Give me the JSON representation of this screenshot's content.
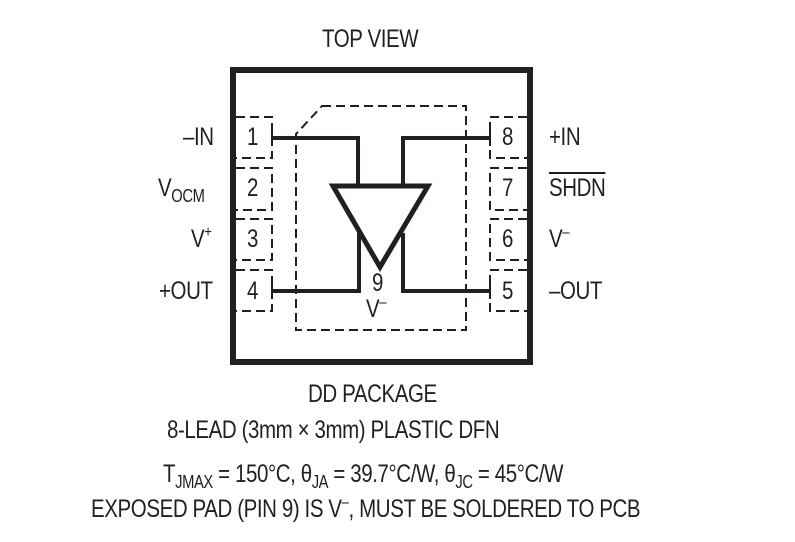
{
  "title": "TOP VIEW",
  "package": {
    "name": "DD PACKAGE",
    "description": "8-LEAD (3mm × 3mm) PLASTIC DFN"
  },
  "thermal": {
    "tjmax_label": "T",
    "tjmax_sub": "JMAX",
    "tjmax_value": " = 150°C, θ",
    "theta_ja_sub": "JA",
    "theta_ja_value": " = 39.7°C/W, θ",
    "theta_jc_sub": "JC",
    "theta_jc_value": " = 45°C/W"
  },
  "note": {
    "prefix": "EXPOSED PAD (PIN 9) IS V",
    "sup": "–",
    "suffix": ", MUST BE SOLDERED TO PCB"
  },
  "pins_left": [
    {
      "number": "1",
      "label": "–IN"
    },
    {
      "number": "2",
      "label": "V",
      "sub": "OCM"
    },
    {
      "number": "3",
      "label": "V",
      "sup": "+"
    },
    {
      "number": "4",
      "label": "+OUT"
    }
  ],
  "pins_right": [
    {
      "number": "8",
      "label": "+IN"
    },
    {
      "number": "7",
      "label": "SHDN",
      "overline": true
    },
    {
      "number": "6",
      "label": "V",
      "sup": "–"
    },
    {
      "number": "5",
      "label": "–OUT"
    }
  ],
  "exposed_pad": {
    "number": "9",
    "label": "V",
    "sup": "–"
  },
  "colors": {
    "ink": "#231f20",
    "background": "#ffffff"
  }
}
